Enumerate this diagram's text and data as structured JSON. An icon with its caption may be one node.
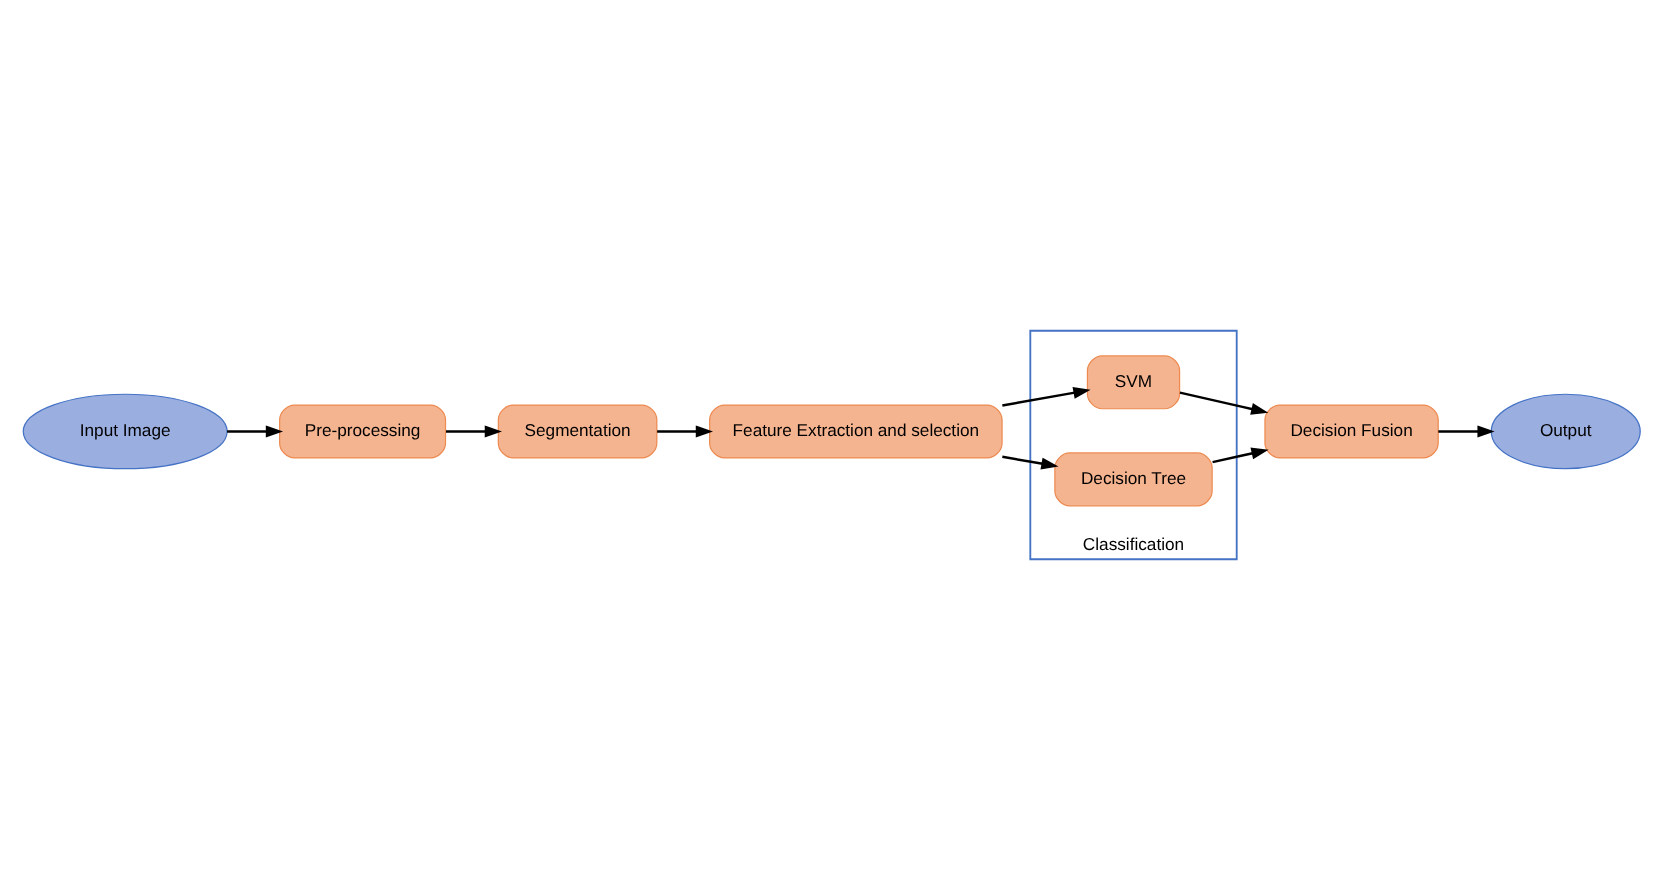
{
  "diagram": {
    "nodes": [
      {
        "text": [
          "Input Image"
        ]
      },
      {
        "text": [
          "Pre-processing"
        ]
      },
      {
        "text": [
          "Segmentation"
        ]
      },
      {
        "text": [
          "Feature Extraction and selection"
        ]
      },
      {
        "text": [
          "Classification"
        ]
      },
      {
        "text": [
          "SVM"
        ],
        "in": 4
      },
      {
        "text": [
          "Decision Tree"
        ],
        "in": 4
      },
      {
        "text": [
          "Decision Fusion"
        ]
      },
      {
        "text": [
          "Output"
        ]
      }
    ],
    "edges": [
      {
        "from": 0,
        "to": 1,
        "arrow": "to"
      },
      {
        "from": 1,
        "to": 2,
        "arrow": "to"
      },
      {
        "from": 2,
        "to": 3,
        "arrow": "to"
      },
      {
        "from": 3,
        "to": 5,
        "arrow": "to"
      },
      {
        "from": 3,
        "to": 6,
        "arrow": "to"
      },
      {
        "from": 5,
        "to": 7,
        "arrow": "to"
      },
      {
        "from": 6,
        "to": 7,
        "arrow": "to"
      },
      {
        "from": 7,
        "to": 8,
        "arrow": "to"
      }
    ]
  }
}
